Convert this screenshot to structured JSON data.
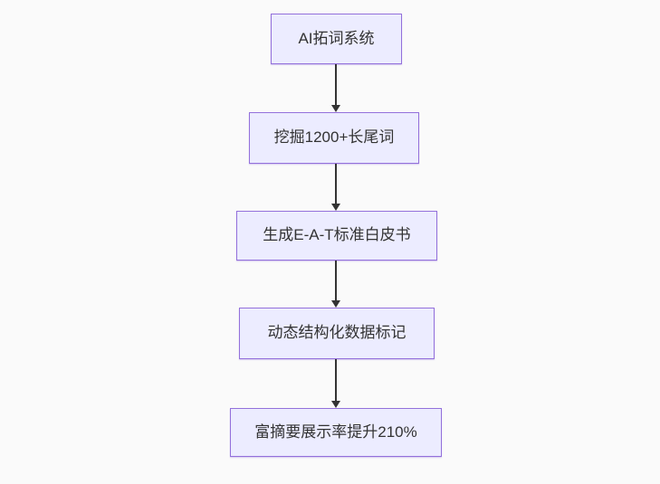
{
  "diagram": {
    "type": "flowchart",
    "direction": "top-down",
    "colors": {
      "background": "#fafafa",
      "node_fill": "#ececff",
      "node_border": "#9370db",
      "text": "#333333",
      "arrow": "#333333"
    },
    "nodes": [
      {
        "id": "n1",
        "label": "AI拓词系统"
      },
      {
        "id": "n2",
        "label": "挖掘1200+长尾词"
      },
      {
        "id": "n3",
        "label": "生成E-A-T标准白皮书"
      },
      {
        "id": "n4",
        "label": "动态结构化数据标记"
      },
      {
        "id": "n5",
        "label": "富摘要展示率提升210%"
      }
    ],
    "edges": [
      {
        "from": "n1",
        "to": "n2"
      },
      {
        "from": "n2",
        "to": "n3"
      },
      {
        "from": "n3",
        "to": "n4"
      },
      {
        "from": "n4",
        "to": "n5"
      }
    ]
  }
}
